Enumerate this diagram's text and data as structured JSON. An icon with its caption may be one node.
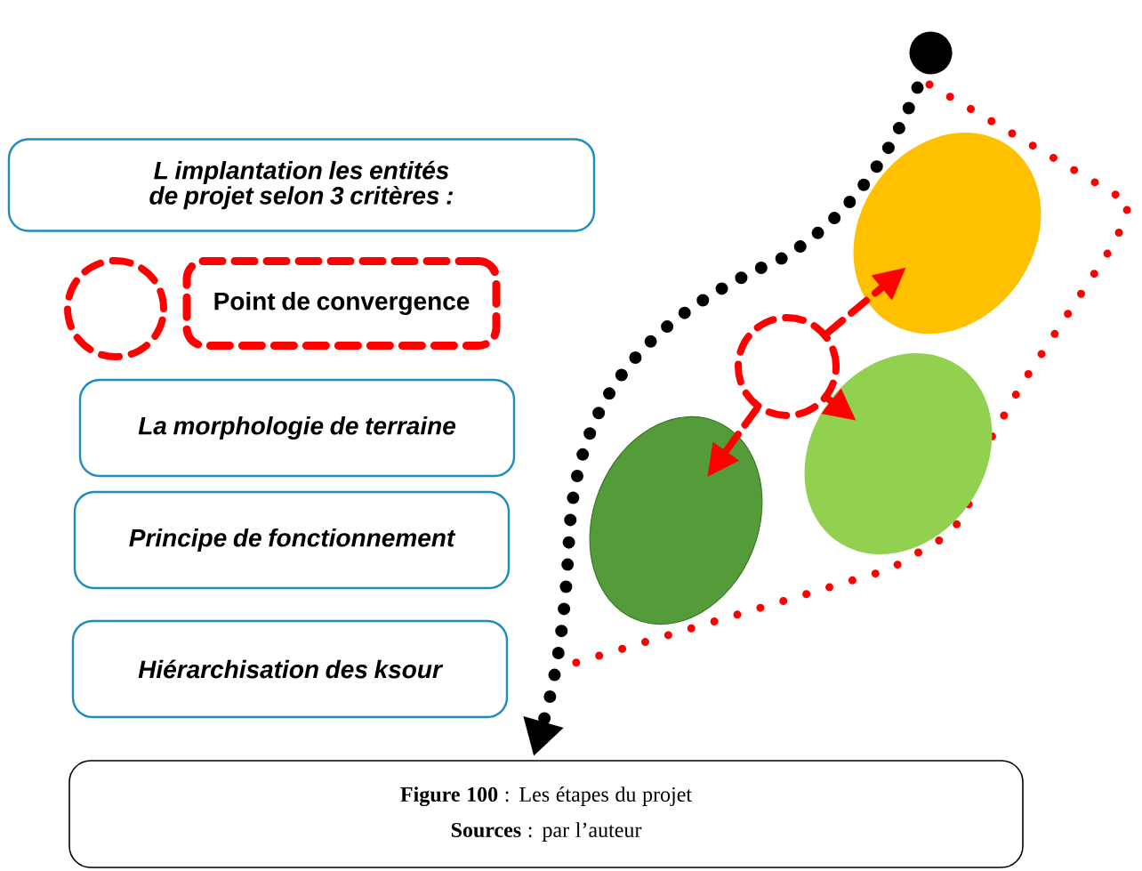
{
  "diagram": {
    "nodes": [
      {
        "text": [
          "L implantation les entités de projet selon 3 critères :"
        ]
      },
      {
        "text": [],
        "shape": "circle"
      },
      {
        "text": [
          "Point de convergence"
        ]
      },
      {
        "text": [
          "La morphologie de terraine"
        ]
      },
      {
        "text": [
          "Principe de fonctionnement"
        ]
      },
      {
        "text": [
          "Hiérarchisation des ksour"
        ]
      },
      {
        "text": [
          "**Figure 100** : Les étapes du projet",
          "**Sources** : par l’auteur"
        ]
      },
      {
        "text": [],
        "shape": "ellipse"
      },
      {
        "text": [],
        "shape": "ellipse"
      },
      {
        "text": [],
        "shape": "ellipse"
      },
      {
        "text": [],
        "shape": "circle"
      }
    ],
    "edges": [
      {
        "from": 10,
        "to": 7,
        "arrow": "to",
        "style": "dashed"
      },
      {
        "from": 10,
        "to": 8,
        "arrow": "to",
        "style": "dashed"
      },
      {
        "from": 10,
        "to": 9,
        "arrow": "to",
        "style": "dashed"
      }
    ]
  }
}
